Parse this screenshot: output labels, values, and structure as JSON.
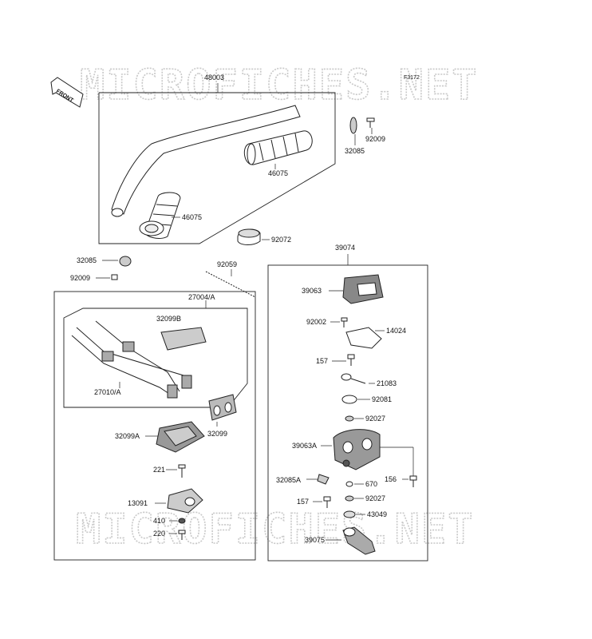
{
  "figure_code": "F3172",
  "watermark": "MICROFICHES.NET",
  "front_label": "FRONT",
  "parts": {
    "p48003": "48003",
    "p92009_top": "92009",
    "p32085_top": "32085",
    "p46075_right": "46075",
    "p46075_left": "46075",
    "p92072": "92072",
    "p32085_left": "32085",
    "p92009_left": "92009",
    "p92059": "92059",
    "p27004A": "27004/A",
    "p32099B": "32099B",
    "p27010A": "27010/A",
    "p32099": "32099",
    "p32099A": "32099A",
    "p221": "221",
    "p13091": "13091",
    "p410": "410",
    "p220": "220",
    "p39074": "39074",
    "p39063": "39063",
    "p92002": "92002",
    "p14024": "14024",
    "p157_top": "157",
    "p21083": "21083",
    "p92081": "92081",
    "p92027_top": "92027",
    "p39063A": "39063A",
    "p156": "156",
    "p32085A": "32085A",
    "p670": "670",
    "p157_bottom": "157",
    "p92027_bottom": "92027",
    "p43049": "43049",
    "p39075": "39075"
  }
}
